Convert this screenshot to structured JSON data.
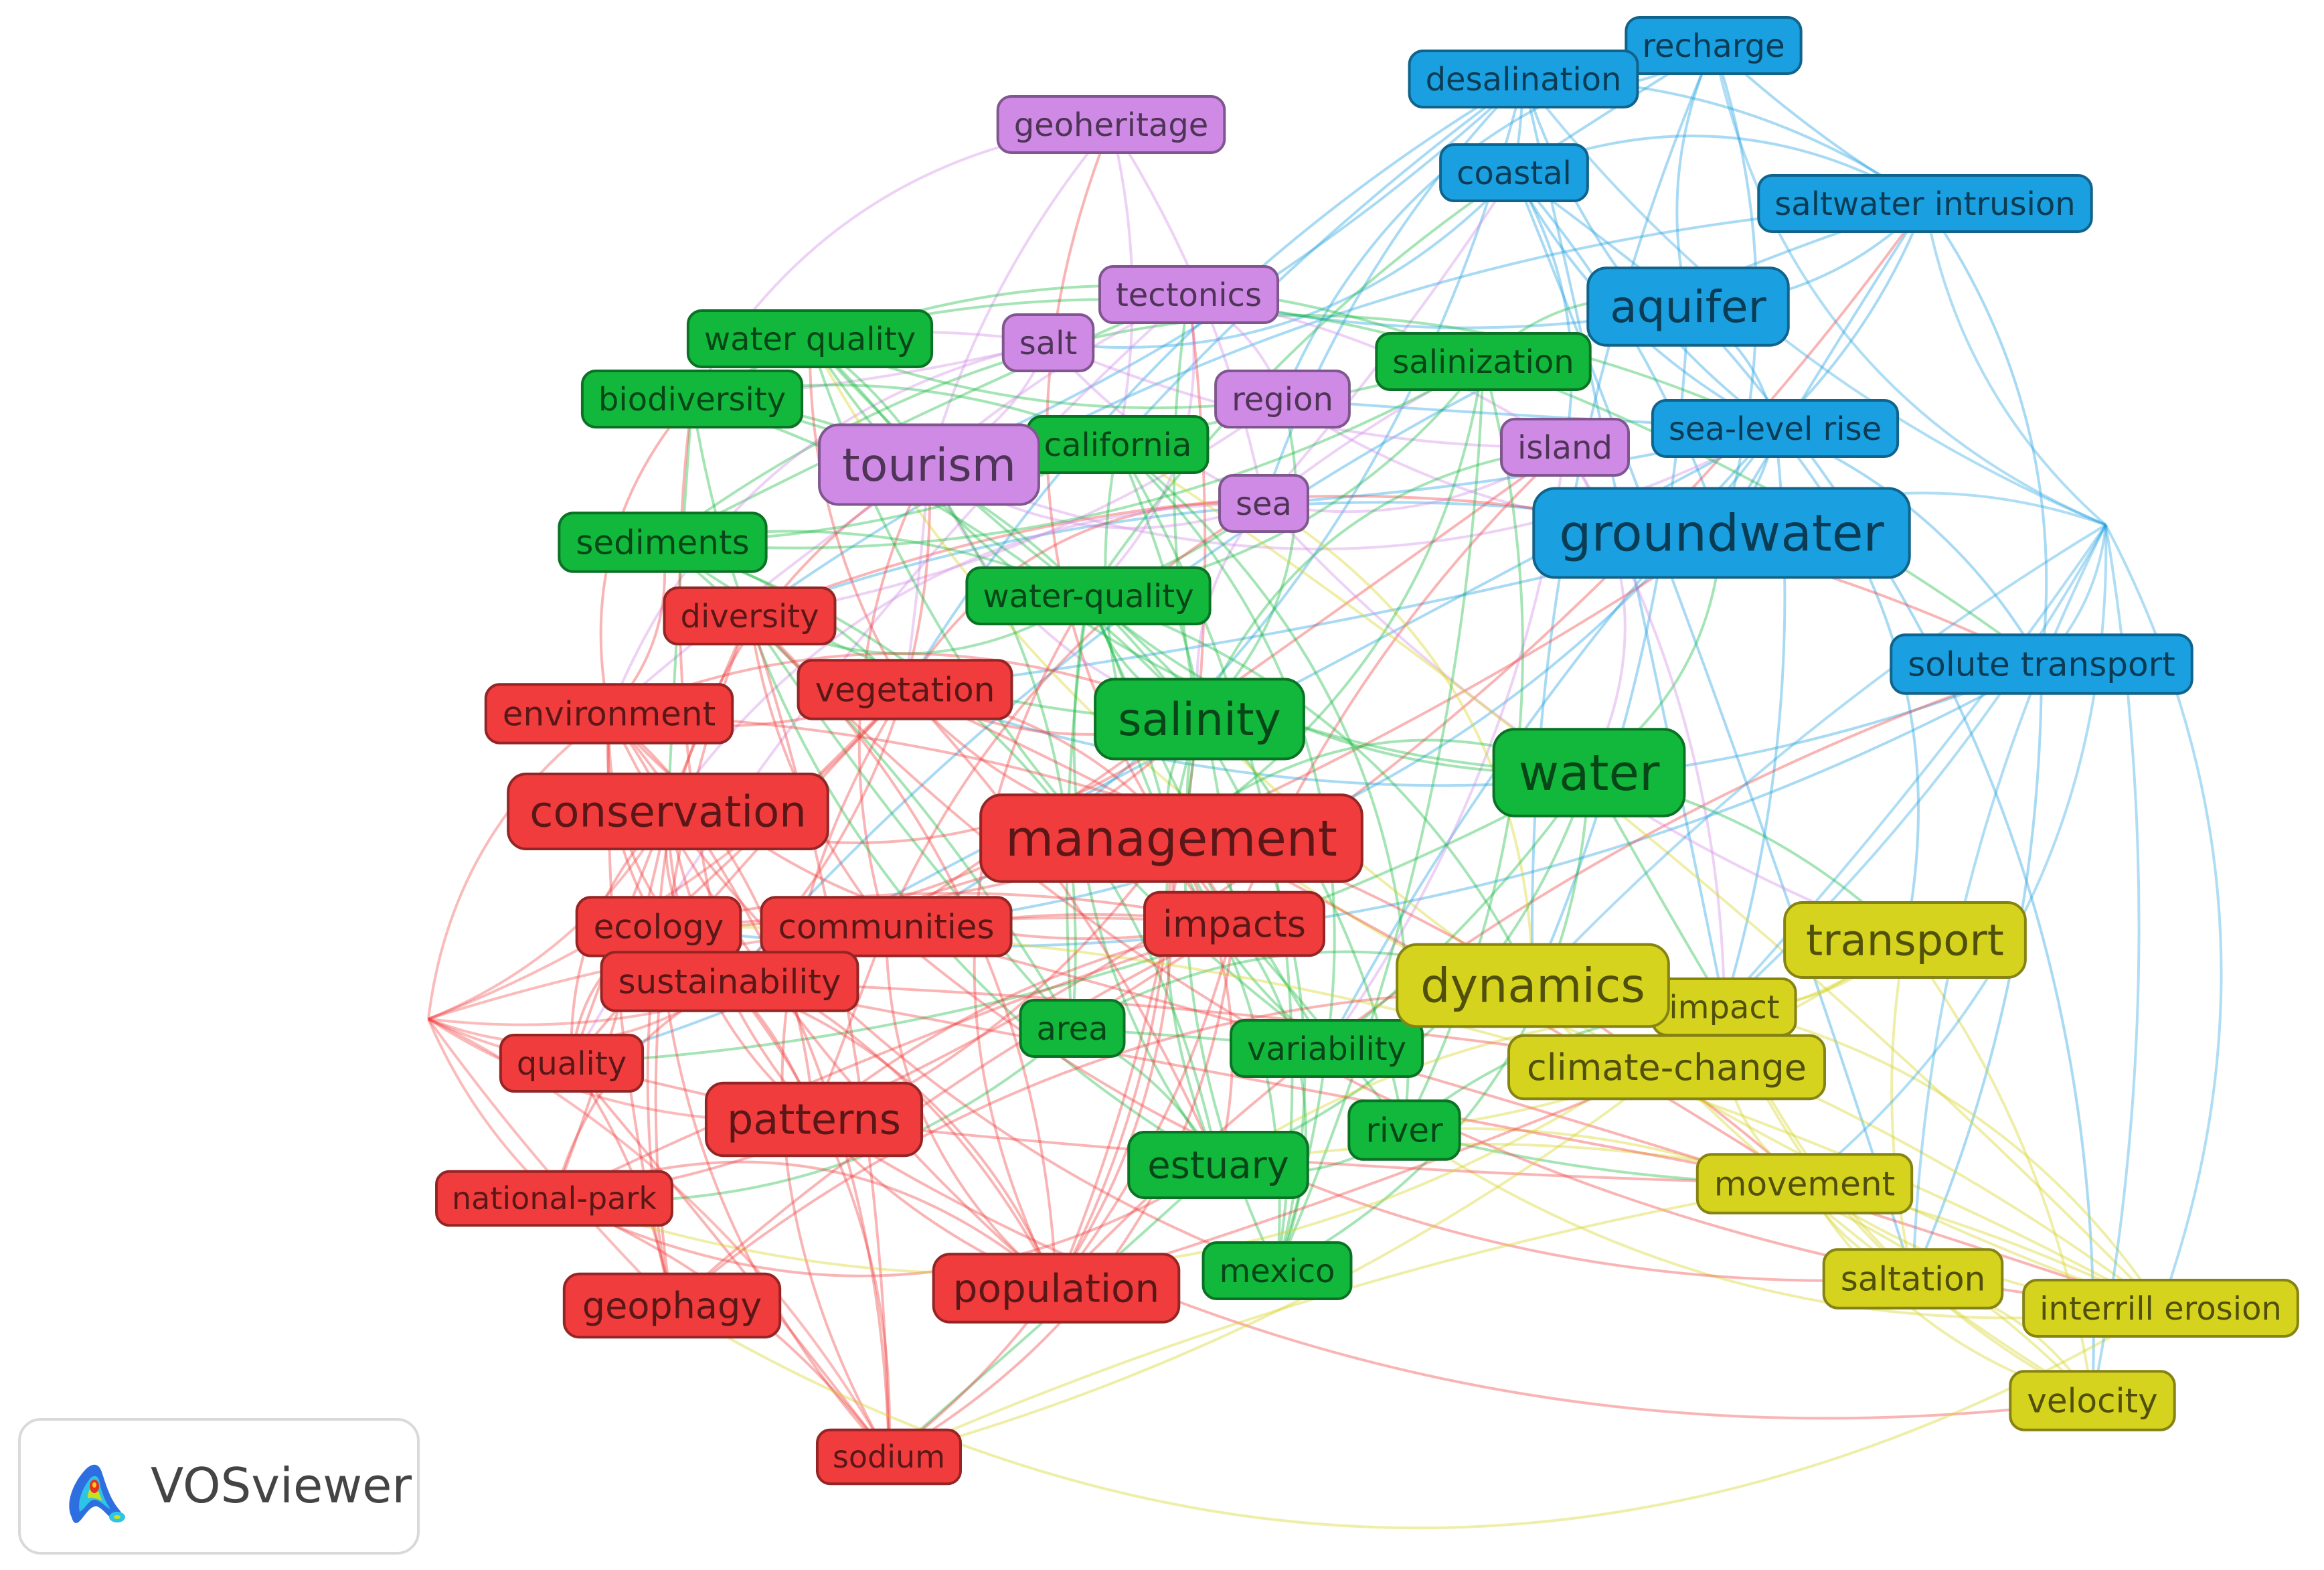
{
  "colors": {
    "red": "#f03c3c",
    "green": "#12b83c",
    "blue": "#1a9fe0",
    "yellow": "#d6d31e",
    "purple": "#cf8ae6"
  },
  "nodes": [
    {
      "id": "recharge",
      "label": "recharge",
      "cluster": "blue",
      "size": 48
    },
    {
      "id": "desalination",
      "label": "desalination",
      "cluster": "blue",
      "size": 48
    },
    {
      "id": "coastal",
      "label": "coastal",
      "cluster": "blue",
      "size": 48
    },
    {
      "id": "saltwater-intrusion",
      "label": "saltwater intrusion",
      "cluster": "blue",
      "size": 48
    },
    {
      "id": "aquifer",
      "label": "aquifer",
      "cluster": "blue",
      "size": 66
    },
    {
      "id": "sea-level-rise",
      "label": "sea-level rise",
      "cluster": "blue",
      "size": 48
    },
    {
      "id": "groundwater",
      "label": "groundwater",
      "cluster": "blue",
      "size": 76
    },
    {
      "id": "solute-transport",
      "label": "solute transport",
      "cluster": "blue",
      "size": 50
    },
    {
      "id": "geoheritage",
      "label": "geoheritage",
      "cluster": "purple",
      "size": 48
    },
    {
      "id": "tectonics",
      "label": "tectonics",
      "cluster": "purple",
      "size": 48
    },
    {
      "id": "salt",
      "label": "salt",
      "cluster": "purple",
      "size": 48
    },
    {
      "id": "region",
      "label": "region",
      "cluster": "purple",
      "size": 48
    },
    {
      "id": "island",
      "label": "island",
      "cluster": "purple",
      "size": 48
    },
    {
      "id": "tourism",
      "label": "tourism",
      "cluster": "purple",
      "size": 68
    },
    {
      "id": "sea",
      "label": "sea",
      "cluster": "purple",
      "size": 48
    },
    {
      "id": "water-quality-1",
      "label": "water quality",
      "cluster": "green",
      "size": 48
    },
    {
      "id": "biodiversity",
      "label": "biodiversity",
      "cluster": "green",
      "size": 48
    },
    {
      "id": "salinization",
      "label": "salinization",
      "cluster": "green",
      "size": 48
    },
    {
      "id": "california",
      "label": "california",
      "cluster": "green",
      "size": 48
    },
    {
      "id": "sediments",
      "label": "sediments",
      "cluster": "green",
      "size": 50
    },
    {
      "id": "water-quality-2",
      "label": "water-quality",
      "cluster": "green",
      "size": 48
    },
    {
      "id": "salinity",
      "label": "salinity",
      "cluster": "green",
      "size": 68
    },
    {
      "id": "water",
      "label": "water",
      "cluster": "green",
      "size": 74
    },
    {
      "id": "area",
      "label": "area",
      "cluster": "green",
      "size": 48
    },
    {
      "id": "variability",
      "label": "variability",
      "cluster": "green",
      "size": 48
    },
    {
      "id": "river",
      "label": "river",
      "cluster": "green",
      "size": 50
    },
    {
      "id": "estuary",
      "label": "estuary",
      "cluster": "green",
      "size": 56
    },
    {
      "id": "mexico",
      "label": "mexico",
      "cluster": "green",
      "size": 48
    },
    {
      "id": "diversity",
      "label": "diversity",
      "cluster": "red",
      "size": 48
    },
    {
      "id": "environment",
      "label": "environment",
      "cluster": "red",
      "size": 50
    },
    {
      "id": "vegetation",
      "label": "vegetation",
      "cluster": "red",
      "size": 50
    },
    {
      "id": "conservation",
      "label": "conservation",
      "cluster": "red",
      "size": 64
    },
    {
      "id": "management",
      "label": "management",
      "cluster": "red",
      "size": 74
    },
    {
      "id": "ecology",
      "label": "ecology",
      "cluster": "red",
      "size": 50
    },
    {
      "id": "communities",
      "label": "communities",
      "cluster": "red",
      "size": 50
    },
    {
      "id": "impacts",
      "label": "impacts",
      "cluster": "red",
      "size": 54
    },
    {
      "id": "sustainability",
      "label": "sustainability",
      "cluster": "red",
      "size": 50
    },
    {
      "id": "quality",
      "label": "quality",
      "cluster": "red",
      "size": 48
    },
    {
      "id": "patterns",
      "label": "patterns",
      "cluster": "red",
      "size": 62
    },
    {
      "id": "national-park",
      "label": "national-park",
      "cluster": "red",
      "size": 46
    },
    {
      "id": "geophagy",
      "label": "geophagy",
      "cluster": "red",
      "size": 54
    },
    {
      "id": "population",
      "label": "population",
      "cluster": "red",
      "size": 58
    },
    {
      "id": "sodium",
      "label": "sodium",
      "cluster": "red",
      "size": 46
    },
    {
      "id": "impact",
      "label": "impact",
      "cluster": "yellow",
      "size": 48
    },
    {
      "id": "transport",
      "label": "transport",
      "cluster": "yellow",
      "size": 64
    },
    {
      "id": "dynamics",
      "label": "dynamics",
      "cluster": "yellow",
      "size": 70
    },
    {
      "id": "climate-change",
      "label": "climate-change",
      "cluster": "yellow",
      "size": 54
    },
    {
      "id": "movement",
      "label": "movement",
      "cluster": "yellow",
      "size": 50
    },
    {
      "id": "saltation",
      "label": "saltation",
      "cluster": "yellow",
      "size": 50
    },
    {
      "id": "interrill-erosion",
      "label": "interrill erosion",
      "cluster": "yellow",
      "size": 48
    },
    {
      "id": "velocity",
      "label": "velocity",
      "cluster": "yellow",
      "size": 50
    }
  ],
  "logo": {
    "text": "VOSviewer",
    "icon": "vosviewer-logo-icon"
  }
}
